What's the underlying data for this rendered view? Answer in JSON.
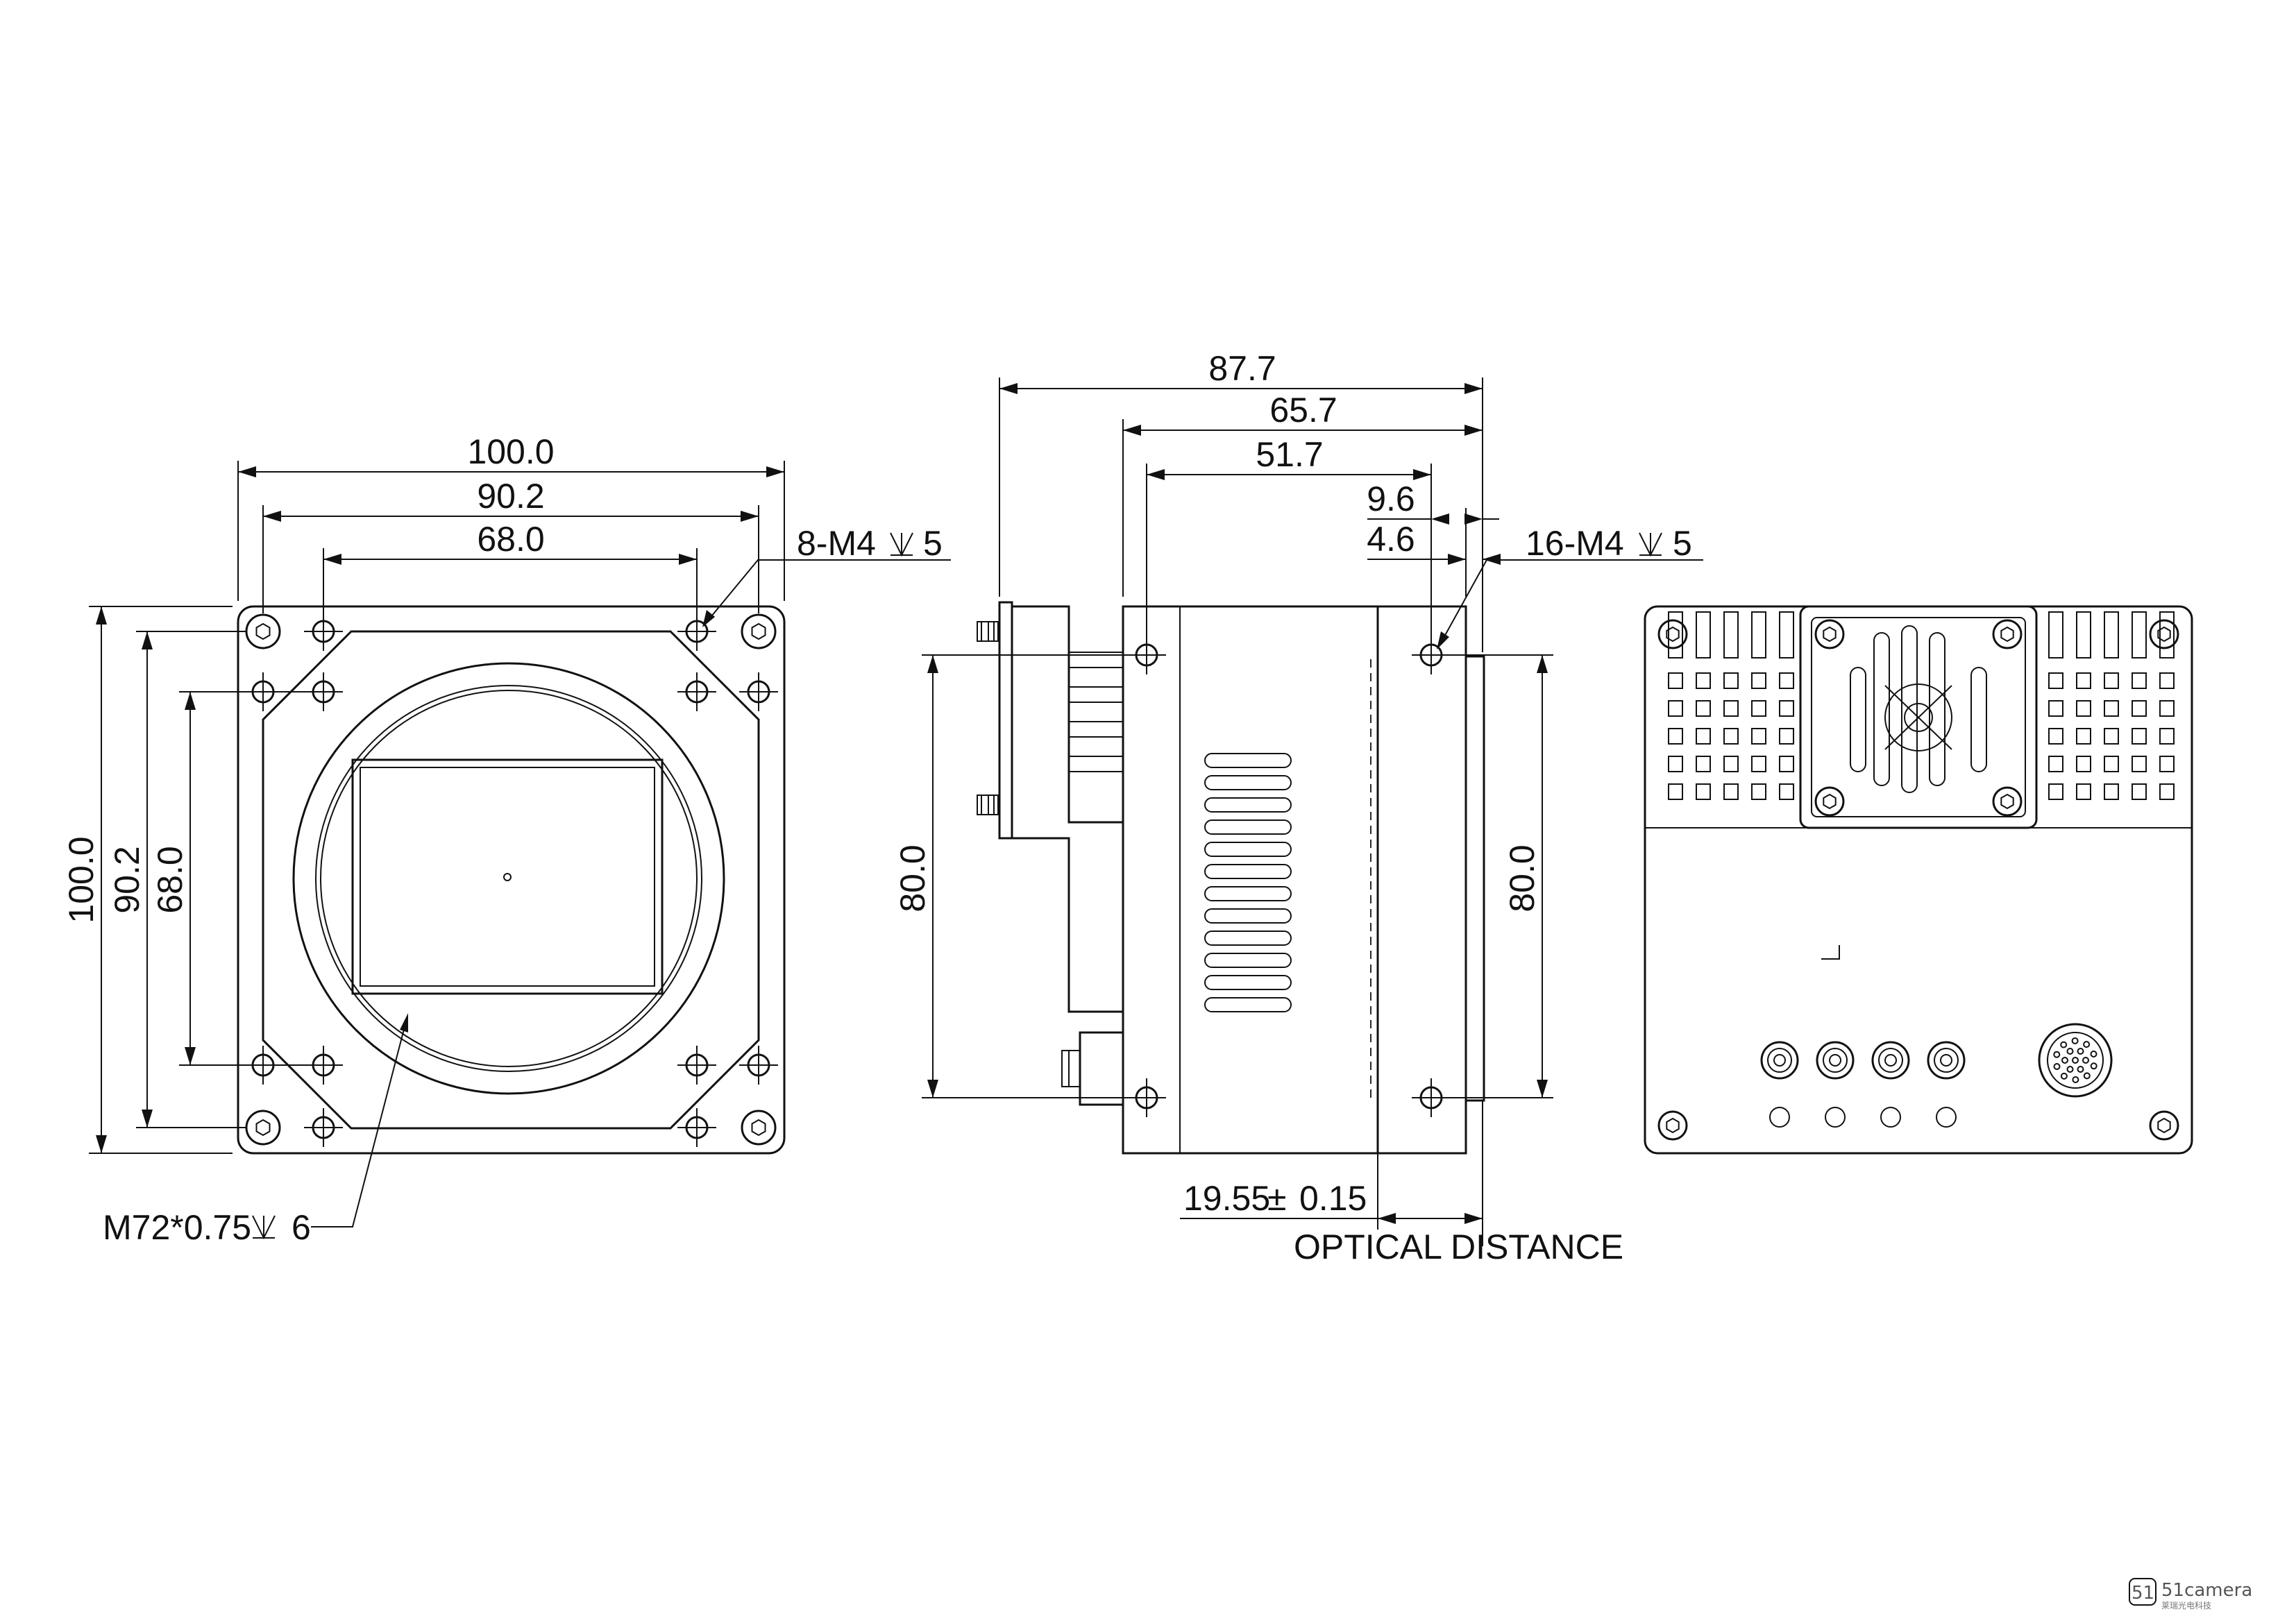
{
  "front_view": {
    "dims": {
      "width_overall": "100.0",
      "width_mid": "90.2",
      "width_inner": "68.0",
      "height_overall": "100.0",
      "height_mid": "90.2",
      "height_inner": "68.0"
    },
    "callouts": {
      "mount_holes": "8-M4",
      "mount_holes_depth": "5",
      "lens_thread": "M72*0.75",
      "lens_thread_depth": "6"
    }
  },
  "side_view": {
    "dims": {
      "length_overall": "87.7",
      "length_a": "65.7",
      "length_b": "51.7",
      "offset_a": "9.6",
      "offset_b": "4.6",
      "height_left": "80.0",
      "height_right": "80.0",
      "flange_distance": "19.55",
      "flange_tolerance": "0.15"
    },
    "callouts": {
      "mount_holes": "16-M4",
      "mount_holes_depth": "5",
      "optical_distance": "OPTICAL DISTANCE"
    }
  },
  "watermark": {
    "brand": "51camera",
    "sub": "莱瑞光电科技"
  }
}
